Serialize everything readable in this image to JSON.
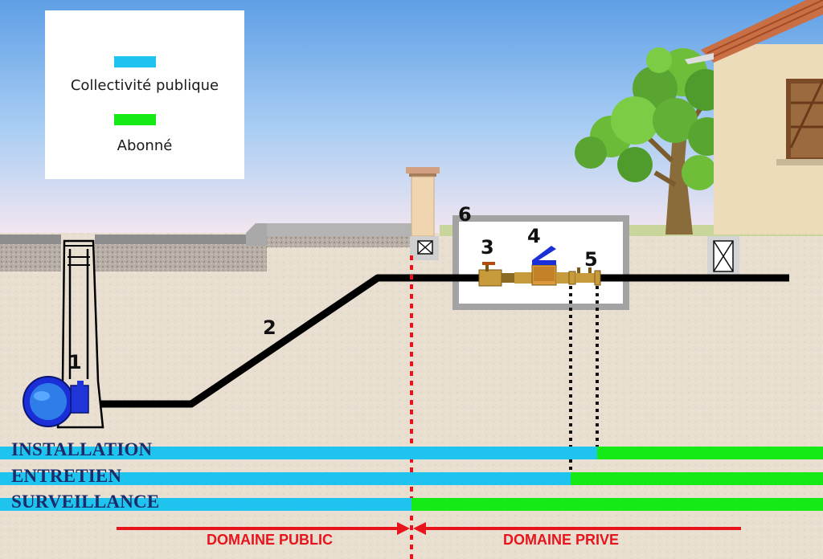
{
  "legend": {
    "items": [
      {
        "label": "Collectivité publique",
        "color": "#1fc4ee"
      },
      {
        "label": "Abonné",
        "color": "#16ea16"
      }
    ]
  },
  "component_numbers": [
    "1",
    "2",
    "3",
    "4",
    "5",
    "6"
  ],
  "responsibility_bands": [
    {
      "label": "INSTALLATION",
      "public_color": "#1fc4ee",
      "private_color": "#16ea16",
      "boundary": "after meter valve (5)"
    },
    {
      "label": "ENTRETIEN",
      "public_color": "#1fc4ee",
      "private_color": "#16ea16",
      "boundary": "after meter (4)"
    },
    {
      "label": "SURVEILLANCE",
      "public_color": "#1fc4ee",
      "private_color": "#16ea16",
      "boundary": "property limit"
    }
  ],
  "domains": {
    "public_label": "DOMAINE PUBLIC",
    "private_label": "DOMAINE PRIVE",
    "boundary_color": "#e8141c"
  }
}
